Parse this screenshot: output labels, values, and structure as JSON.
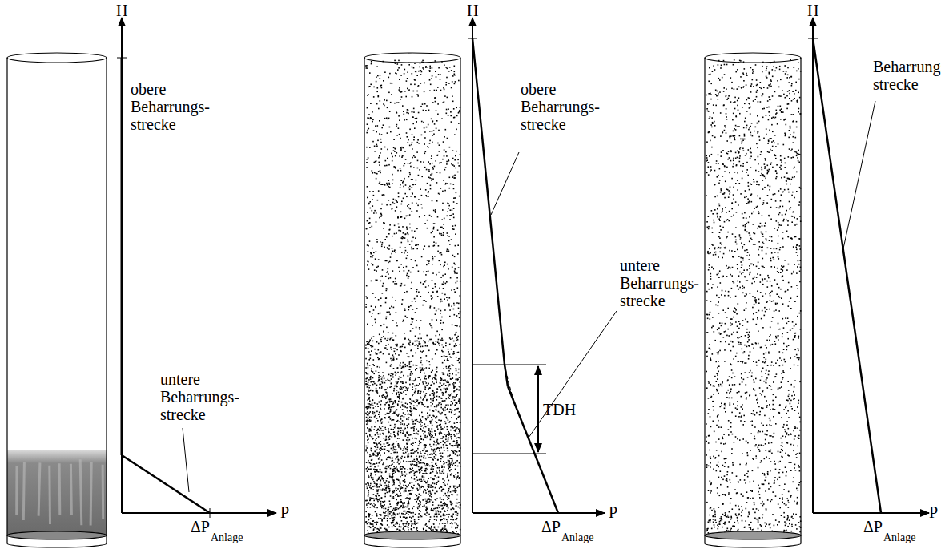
{
  "diagram": {
    "labels": [
      "H",
      "obere Beharrungs- strecke",
      "untere Beharrungs- strecke",
      "P",
      "ΔP",
      "Anlage",
      "H",
      "obere Beharrungs- strecke",
      "untere Beharrungs- strecke",
      "TDH",
      "P",
      "ΔP",
      "Anlage",
      "H",
      "Beharrungs- strecke",
      "P",
      "ΔP",
      "Anlage"
    ]
  }
}
